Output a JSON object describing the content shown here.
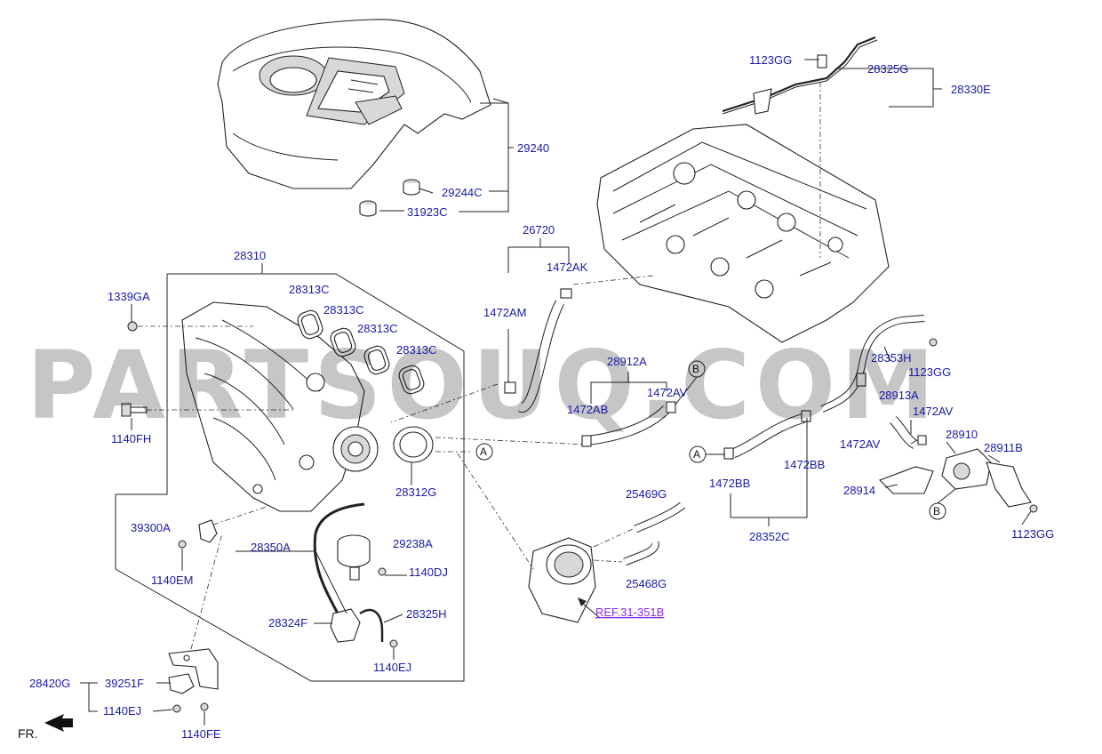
{
  "watermark": "PARTSOUQ.COM",
  "orientation_label": "FR.",
  "reference_link": "REF.31-351B",
  "circle_markers": [
    "A",
    "B"
  ],
  "labels": {
    "l29240": "29240",
    "l29244C": "29244C",
    "l31923C": "31923C",
    "l1123GG_top": "1123GG",
    "l28325G": "28325G",
    "l28330E": "28330E",
    "l26720": "26720",
    "l1472AK": "1472AK",
    "l1472AM": "1472AM",
    "l28310": "28310",
    "l1339GA": "1339GA",
    "l28313C_1": "28313C",
    "l28313C_2": "28313C",
    "l28313C_3": "28313C",
    "l28313C_4": "28313C",
    "l28912A": "28912A",
    "l1472AV_mid": "1472AV",
    "l1472AB": "1472AB",
    "l28353H": "28353H",
    "l1123GG_mid": "1123GG",
    "l28913A": "28913A",
    "l1472AV_r1": "1472AV",
    "l1472AV_r2": "1472AV",
    "l28910": "28910",
    "l28911B": "28911B",
    "l1140FH": "1140FH",
    "l28312G": "28312G",
    "l1472BB_l": "1472BB",
    "l1472BB_r": "1472BB",
    "l28914": "28914",
    "l1123GG_r": "1123GG",
    "l25469G": "25469G",
    "l28352C": "28352C",
    "l39300A": "39300A",
    "l29238A": "29238A",
    "l28350A": "28350A",
    "l1140DJ": "1140DJ",
    "l1140EM": "1140EM",
    "l25468G": "25468G",
    "l28324F": "28324F",
    "l28325H": "28325H",
    "l1140EJ_mid": "1140EJ",
    "l28420G": "28420G",
    "l39251F": "39251F",
    "l1140EJ_bot": "1140EJ",
    "l1140FE": "1140FE"
  }
}
